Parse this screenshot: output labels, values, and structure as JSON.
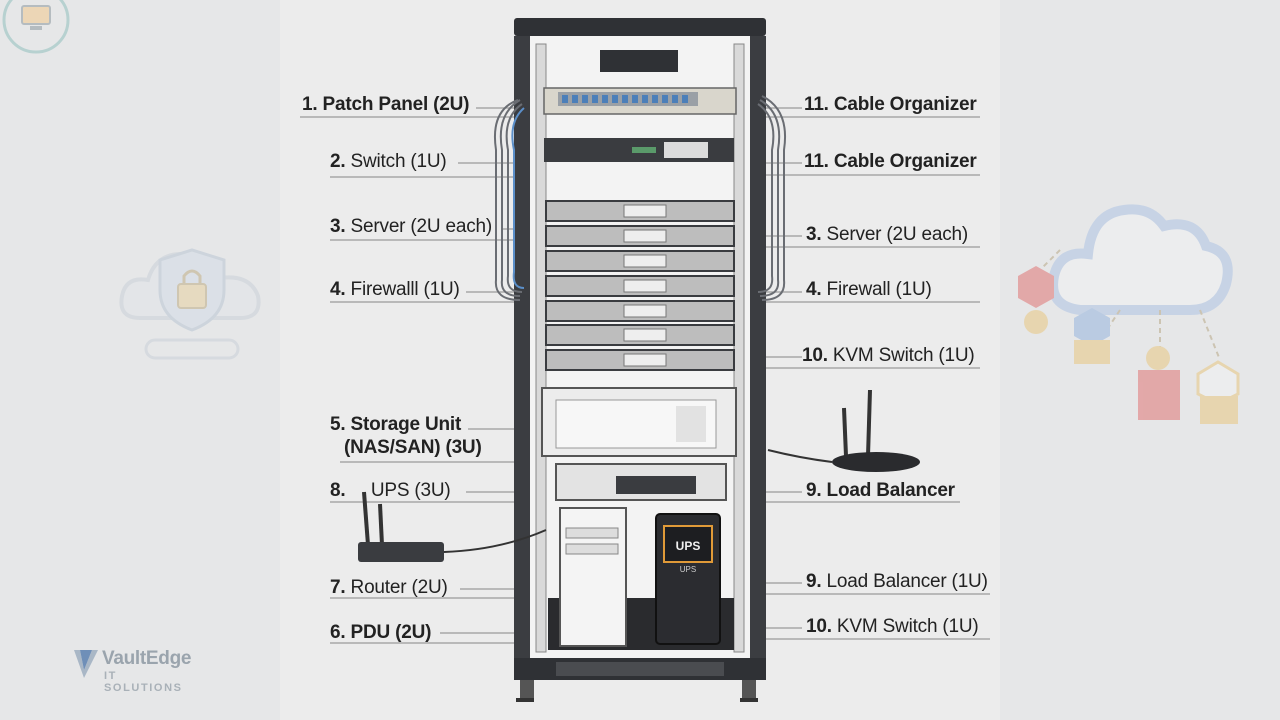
{
  "labels_left": [
    {
      "num": "1.",
      "text": "Patch Panel (2U)",
      "bold": true
    },
    {
      "num": "2.",
      "text": "Switch (1U)",
      "bold": false
    },
    {
      "num": "3.",
      "text": "Server (2U each)",
      "bold": false
    },
    {
      "num": "4.",
      "text": "Firewalll (1U)",
      "bold": false
    },
    {
      "num": "5.",
      "text": "Storage Unit",
      "bold": true
    },
    {
      "num": "",
      "text": "(NAS/SAN) (3U)",
      "bold": true
    },
    {
      "num": "8.",
      "text": "UPS (3U)",
      "bold": false
    },
    {
      "num": "7.",
      "text": "Router (2U)",
      "bold": false
    },
    {
      "num": "6.",
      "text": "PDU (2U)",
      "bold": true
    }
  ],
  "labels_right": [
    {
      "num": "11.",
      "text": "Cable Organizer",
      "bold": true
    },
    {
      "num": "11.",
      "text": "Cable Organizer",
      "bold": true
    },
    {
      "num": "3.",
      "text": "Server (2U each)",
      "bold": false
    },
    {
      "num": "4.",
      "text": "Firewall (1U)",
      "bold": false
    },
    {
      "num": "10.",
      "text": "KVM Switch (1U)",
      "bold": false
    },
    {
      "num": "9.",
      "text": "Load Balancer",
      "bold": true
    },
    {
      "num": "9.",
      "text": "Load Balancer (1U)",
      "bold": false
    },
    {
      "num": "10.",
      "text": "KVM Switch (1U)",
      "bold": false
    }
  ],
  "ups_badge": "UPS",
  "ups_badge_small": "UPS",
  "logo": {
    "name": "VaultEdge",
    "sub": "IT SOLUTIONS"
  },
  "icons": [
    "monitor-icon",
    "cloud-lock-icon",
    "cloud-network-icon"
  ],
  "colors": {
    "rack": "#3b3d41",
    "accent_blue": "#7fa8d9",
    "leader_line": "#9a9a9a"
  }
}
